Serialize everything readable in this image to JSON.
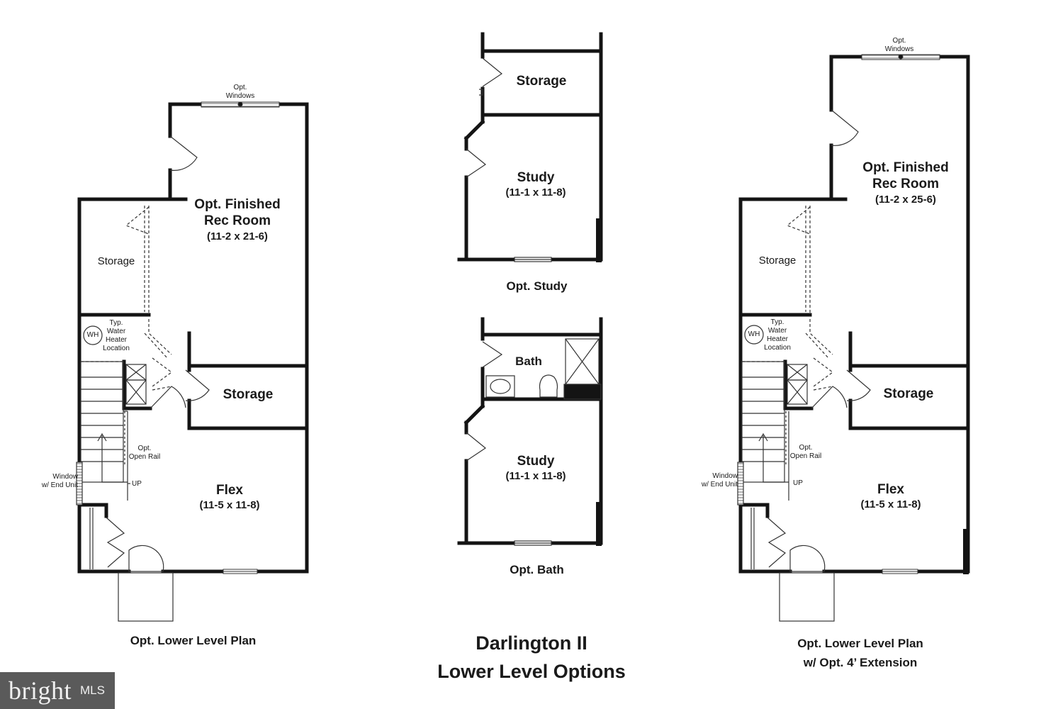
{
  "diagram": {
    "title_line1": "Darlington II",
    "title_line2": "Lower Level Options"
  },
  "plan_left": {
    "caption": "Opt. Lower Level Plan",
    "opt_windows": [
      "Opt.",
      "Windows"
    ],
    "rec_room_name": [
      "Opt. Finished",
      "Rec Room"
    ],
    "rec_room_dim": "(11-2 x 21-6)",
    "storage_upper": "Storage",
    "water_heater_symbol": "WH",
    "water_heater_note": [
      "Typ.",
      "Water",
      "Heater",
      "Location"
    ],
    "storage_lower": "Storage",
    "open_rail": [
      "Opt.",
      "Open Rail"
    ],
    "window_end_unit": [
      "Window",
      "w/ End Unit"
    ],
    "up": "UP",
    "flex_name": "Flex",
    "flex_dim": "(11-5 x 11-8)"
  },
  "plan_study": {
    "caption": "Opt. Study",
    "storage": "Storage",
    "study_name": "Study",
    "study_dim": "(11-1 x 11-8)"
  },
  "plan_bath": {
    "caption": "Opt. Bath",
    "bath": "Bath",
    "study_name": "Study",
    "study_dim": "(11-1 x 11-8)"
  },
  "plan_right": {
    "caption_line1": "Opt. Lower Level Plan",
    "caption_line2": "w/ Opt. 4’ Extension",
    "opt_windows": [
      "Opt.",
      "Windows"
    ],
    "rec_room_name": [
      "Opt. Finished",
      "Rec Room"
    ],
    "rec_room_dim": "(11-2 x 25-6)",
    "storage_upper": "Storage",
    "water_heater_symbol": "WH",
    "water_heater_note": [
      "Typ.",
      "Water",
      "Heater",
      "Location"
    ],
    "storage_lower": "Storage",
    "open_rail": [
      "Opt.",
      "Open Rail"
    ],
    "window_end_unit": [
      "Window",
      "w/ End Unit"
    ],
    "up": "UP",
    "flex_name": "Flex",
    "flex_dim": "(11-5 x 11-8)"
  },
  "watermark": {
    "brand": "bright",
    "suffix": "MLS"
  },
  "colors": {
    "wall": "#141414",
    "background": "#ffffff",
    "logo_bg": "#5a5a5a"
  }
}
